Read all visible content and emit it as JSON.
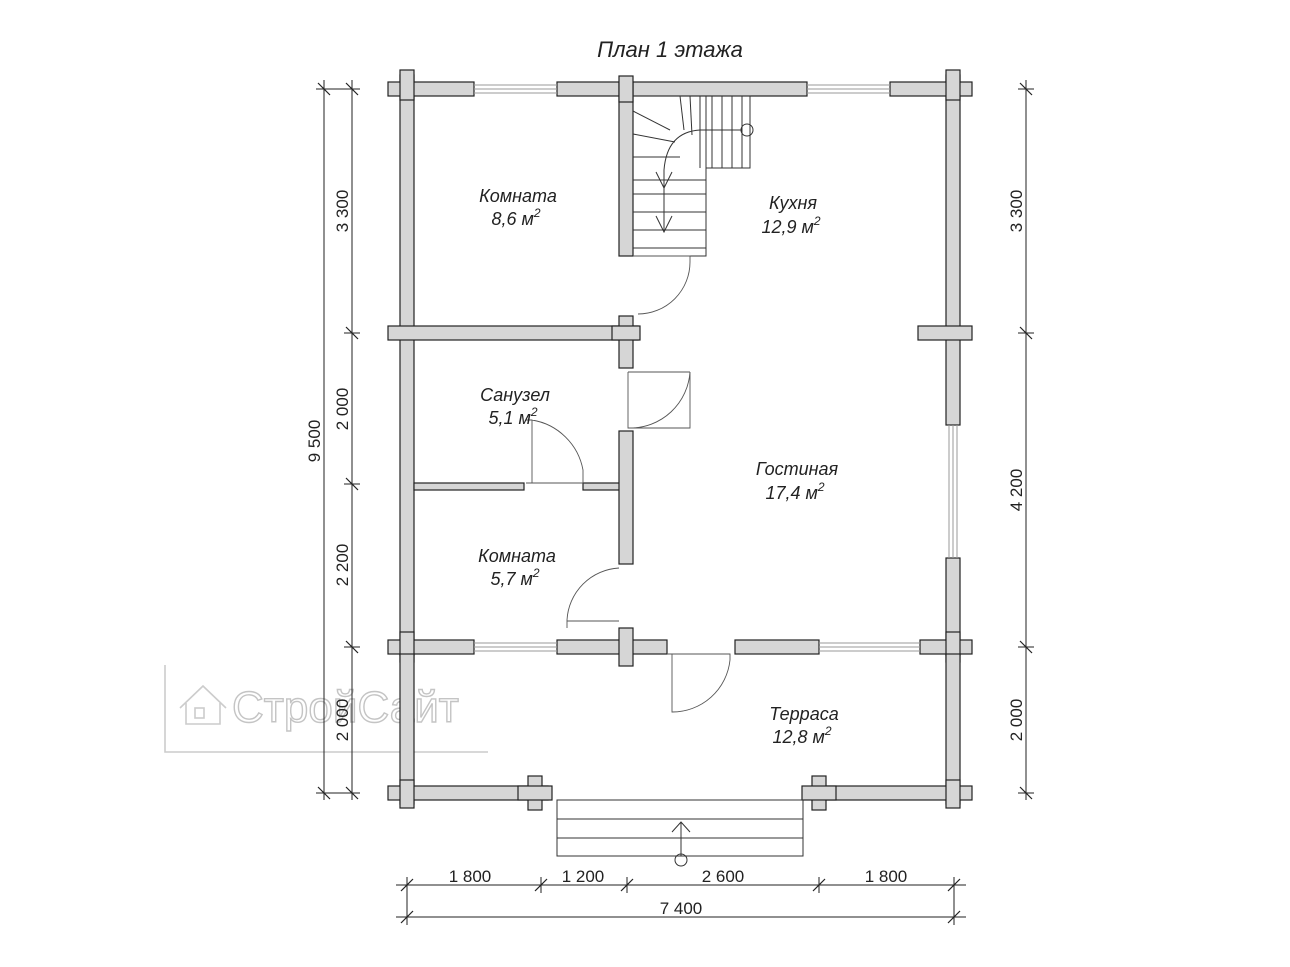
{
  "title": "План 1 этажа",
  "rooms": [
    {
      "name": "Комната",
      "area": "8,6",
      "unit": "м",
      "sup": "2"
    },
    {
      "name": "Кухня",
      "area": "12,9",
      "unit": "м",
      "sup": "2"
    },
    {
      "name": "Санузел",
      "area": "5,1",
      "unit": "м",
      "sup": "2"
    },
    {
      "name": "Гостиная",
      "area": "17,4",
      "unit": "м",
      "sup": "2"
    },
    {
      "name": "Комната",
      "area": "5,7",
      "unit": "м",
      "sup": "2"
    },
    {
      "name": "Терраса",
      "area": "12,8",
      "unit": "м",
      "sup": "2"
    }
  ],
  "dimensions": {
    "left_inner": [
      "3 300",
      "2 000",
      "2 200",
      "2 000"
    ],
    "left_total": "9 500",
    "right": [
      "3 300",
      "4 200",
      "2 000"
    ],
    "bottom": [
      "1 800",
      "1 200",
      "2 600",
      "1 800"
    ],
    "bottom_total": "7 400"
  },
  "watermark": {
    "text": "СтройСайт",
    "icon": "house-logo-icon"
  },
  "colors": {
    "wall_fill": "#d6d6d6",
    "line": "#222222",
    "watermark": "#cccccc"
  }
}
